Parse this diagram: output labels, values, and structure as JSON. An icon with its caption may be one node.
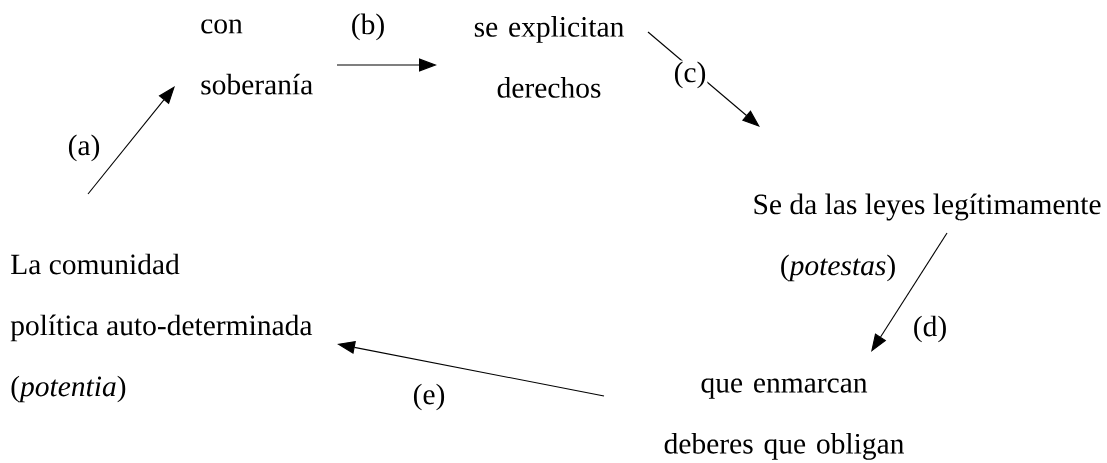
{
  "diagram": {
    "nodes": [
      {
        "text": [
          "La comunidad",
          "política auto-determinada",
          "(*potentia*)"
        ]
      },
      {
        "text": [
          "con soberanía"
        ]
      },
      {
        "text": [
          "se explicitan derechos"
        ]
      },
      {
        "text": [
          "Se da las leyes legítimamente",
          "(*potestas*)"
        ]
      },
      {
        "text": [
          "que enmarcan deberes que obligan"
        ]
      }
    ],
    "edges": [
      {
        "from": 0,
        "to": 1,
        "arrow": "to",
        "label": "(a)"
      },
      {
        "from": 1,
        "to": 2,
        "arrow": "to",
        "label": "(b)"
      },
      {
        "from": 2,
        "to": 3,
        "arrow": "to",
        "label": "(c)"
      },
      {
        "from": 3,
        "to": 4,
        "arrow": "to",
        "label": "(d)"
      },
      {
        "from": 4,
        "to": 0,
        "arrow": "to",
        "label": "(e)"
      }
    ]
  }
}
